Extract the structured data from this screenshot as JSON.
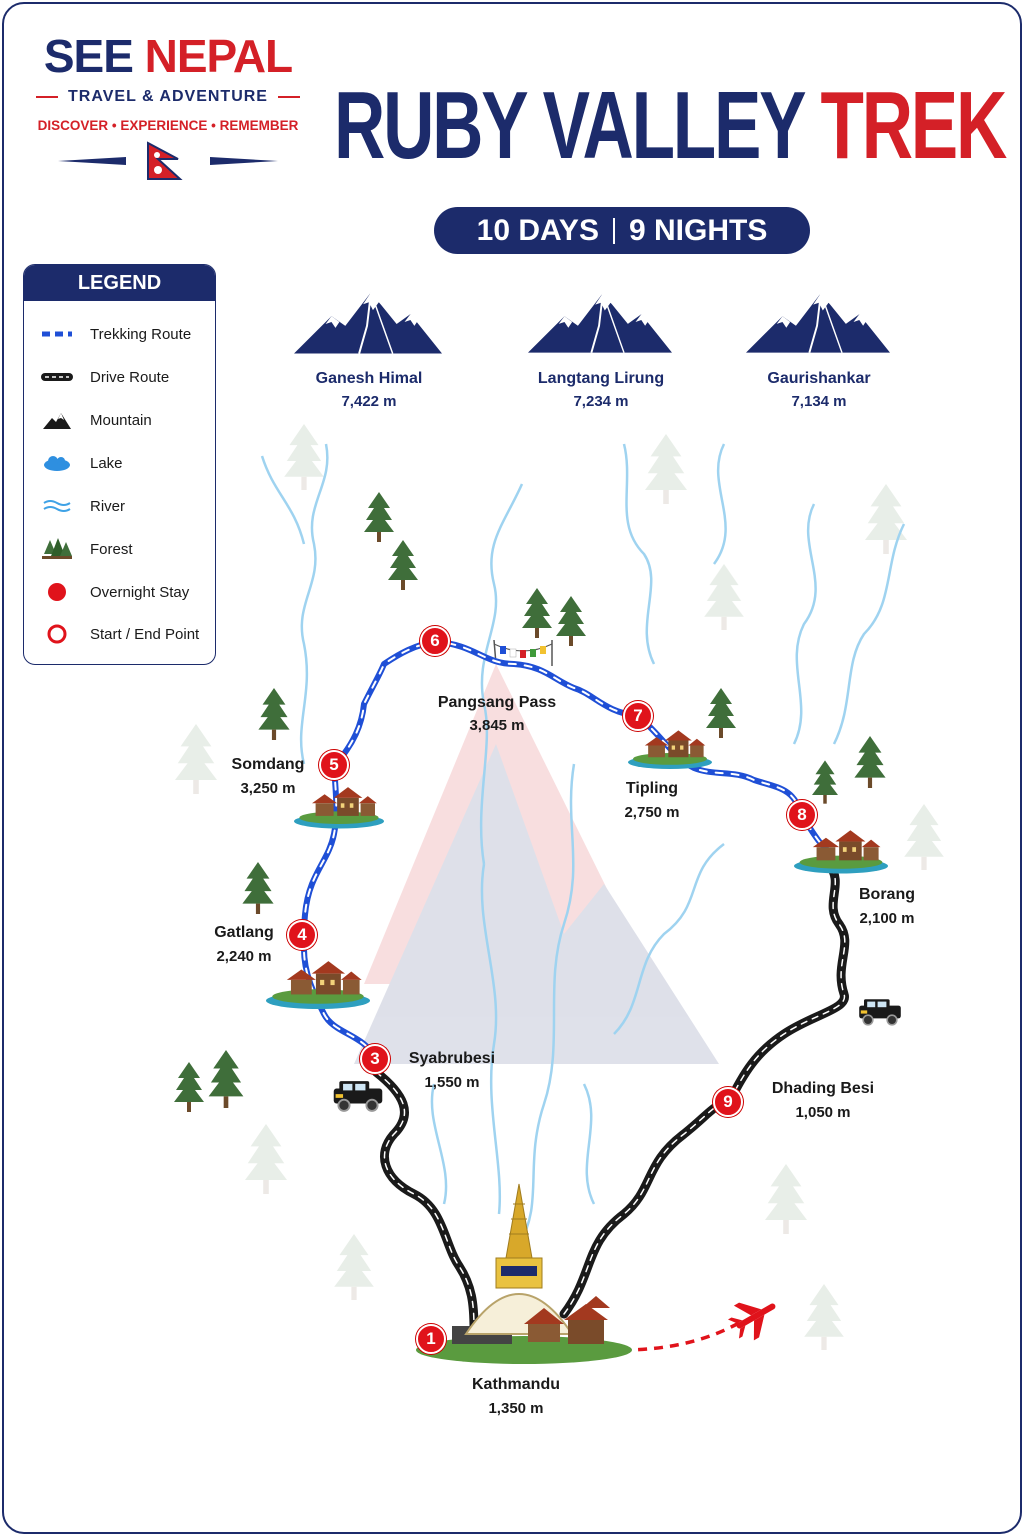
{
  "brand": {
    "see": "SEE",
    "nepal": "NEPAL",
    "subtitle": "TRAVEL & ADVENTURE",
    "tagline": "DISCOVER • EXPERIENCE • REMEMBER"
  },
  "title": {
    "part1": "RUBY VALLEY",
    "part2": "TREK"
  },
  "duration": {
    "days": "10 DAYS",
    "nights": "9 NIGHTS"
  },
  "legend": {
    "title": "LEGEND",
    "items": [
      {
        "label": "Trekking Route",
        "icon": "trekking-route-line"
      },
      {
        "label": "Drive Route",
        "icon": "drive-route-line"
      },
      {
        "label": "Mountain",
        "icon": "mountain-icon"
      },
      {
        "label": "Lake",
        "icon": "lake-icon"
      },
      {
        "label": "River",
        "icon": "river-icon"
      },
      {
        "label": "Forest",
        "icon": "forest-icon"
      },
      {
        "label": "Overnight Stay",
        "icon": "overnight-dot"
      },
      {
        "label": "Start / End Point",
        "icon": "start-end-ring"
      }
    ]
  },
  "peaks": [
    {
      "name": "Ganesh Himal",
      "altitude": "7,422 m"
    },
    {
      "name": "Langtang Lirung",
      "altitude": "7,234 m"
    },
    {
      "name": "Gaurishankar",
      "altitude": "7,134 m"
    }
  ],
  "stops": [
    {
      "number": "1",
      "name": "Kathmandu",
      "altitude": "1,350 m"
    },
    {
      "number": "3",
      "name": "Syabrubesi",
      "altitude": "1,550 m"
    },
    {
      "number": "4",
      "name": "Gatlang",
      "altitude": "2,240 m"
    },
    {
      "number": "5",
      "name": "Somdang",
      "altitude": "3,250 m"
    },
    {
      "number": "6",
      "name": "Pangsang Pass",
      "altitude": "3,845 m"
    },
    {
      "number": "7",
      "name": "Tipling",
      "altitude": "2,750 m"
    },
    {
      "number": "8",
      "name": "Borang",
      "altitude": "2,100 m"
    },
    {
      "number": "9",
      "name": "Dhading Besi",
      "altitude": "1,050 m"
    }
  ],
  "colors": {
    "navy": "#1c2b6b",
    "red": "#d42027",
    "trek_route": "#1f4fd6",
    "drive_route": "#1a1a1a",
    "river": "#9fd3f0"
  }
}
